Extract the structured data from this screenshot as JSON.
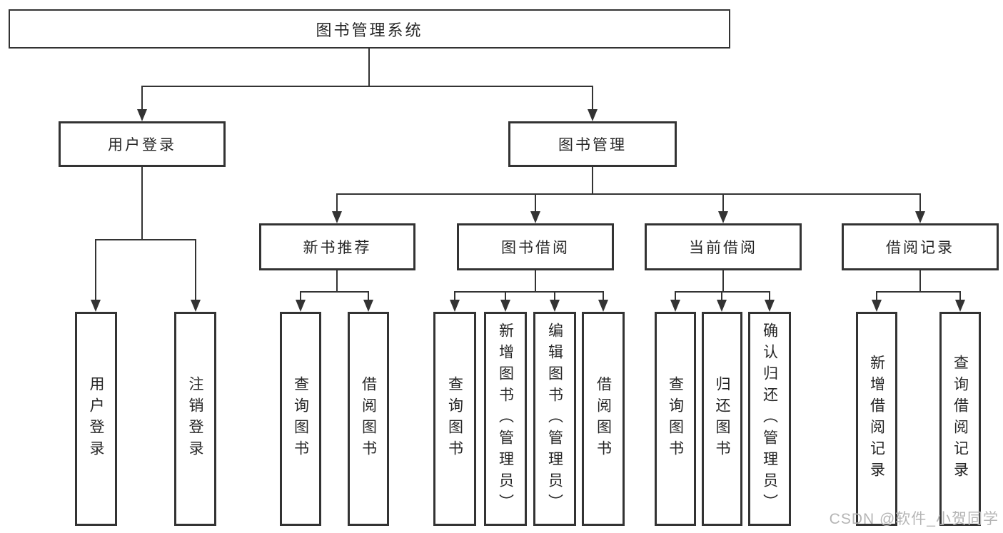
{
  "tree": {
    "root": "图书管理系统",
    "children": [
      {
        "label": "用户登录",
        "children": [
          "用户登录",
          "注销登录"
        ]
      },
      {
        "label": "图书管理",
        "children": [
          {
            "label": "新书推荐",
            "children": [
              "查询图书",
              "借阅图书"
            ]
          },
          {
            "label": "图书借阅",
            "children": [
              "查询图书",
              "新增图书（管理员）",
              "编辑图书（管理员）",
              "借阅图书"
            ]
          },
          {
            "label": "当前借阅",
            "children": [
              "查询图书",
              "归还图书",
              "确认归还（管理员）"
            ]
          },
          {
            "label": "借阅记录",
            "children": [
              "新增借阅记录",
              "查询借阅记录"
            ]
          }
        ]
      }
    ]
  },
  "watermark": {
    "text": "CSDN @软件_小贺同学"
  },
  "colors": {
    "line": "#333333",
    "text": "#262626",
    "watermark": "#b5b5b5",
    "background": "#ffffff"
  }
}
